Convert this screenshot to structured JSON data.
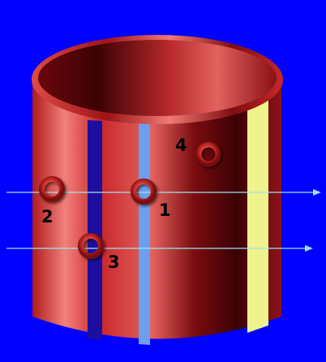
{
  "diagram": {
    "background_color": "#0000ff",
    "cylinder": {
      "body_color": "#c8272a",
      "highlight_color": "#f07a74",
      "shadow_color": "#3a0205",
      "rim_color": "#b21c1e",
      "inner_color": "#5a0508"
    },
    "stripes": [
      {
        "name": "dark-blue",
        "color": "#1e0ea0"
      },
      {
        "name": "light-blue",
        "color": "#6b9fef"
      },
      {
        "name": "yellow",
        "color": "#eff38e"
      }
    ],
    "rays": {
      "color": "#9fe3f0"
    },
    "rings": [
      {
        "label": "1"
      },
      {
        "label": "2"
      },
      {
        "label": "3"
      },
      {
        "label": "4"
      }
    ]
  }
}
